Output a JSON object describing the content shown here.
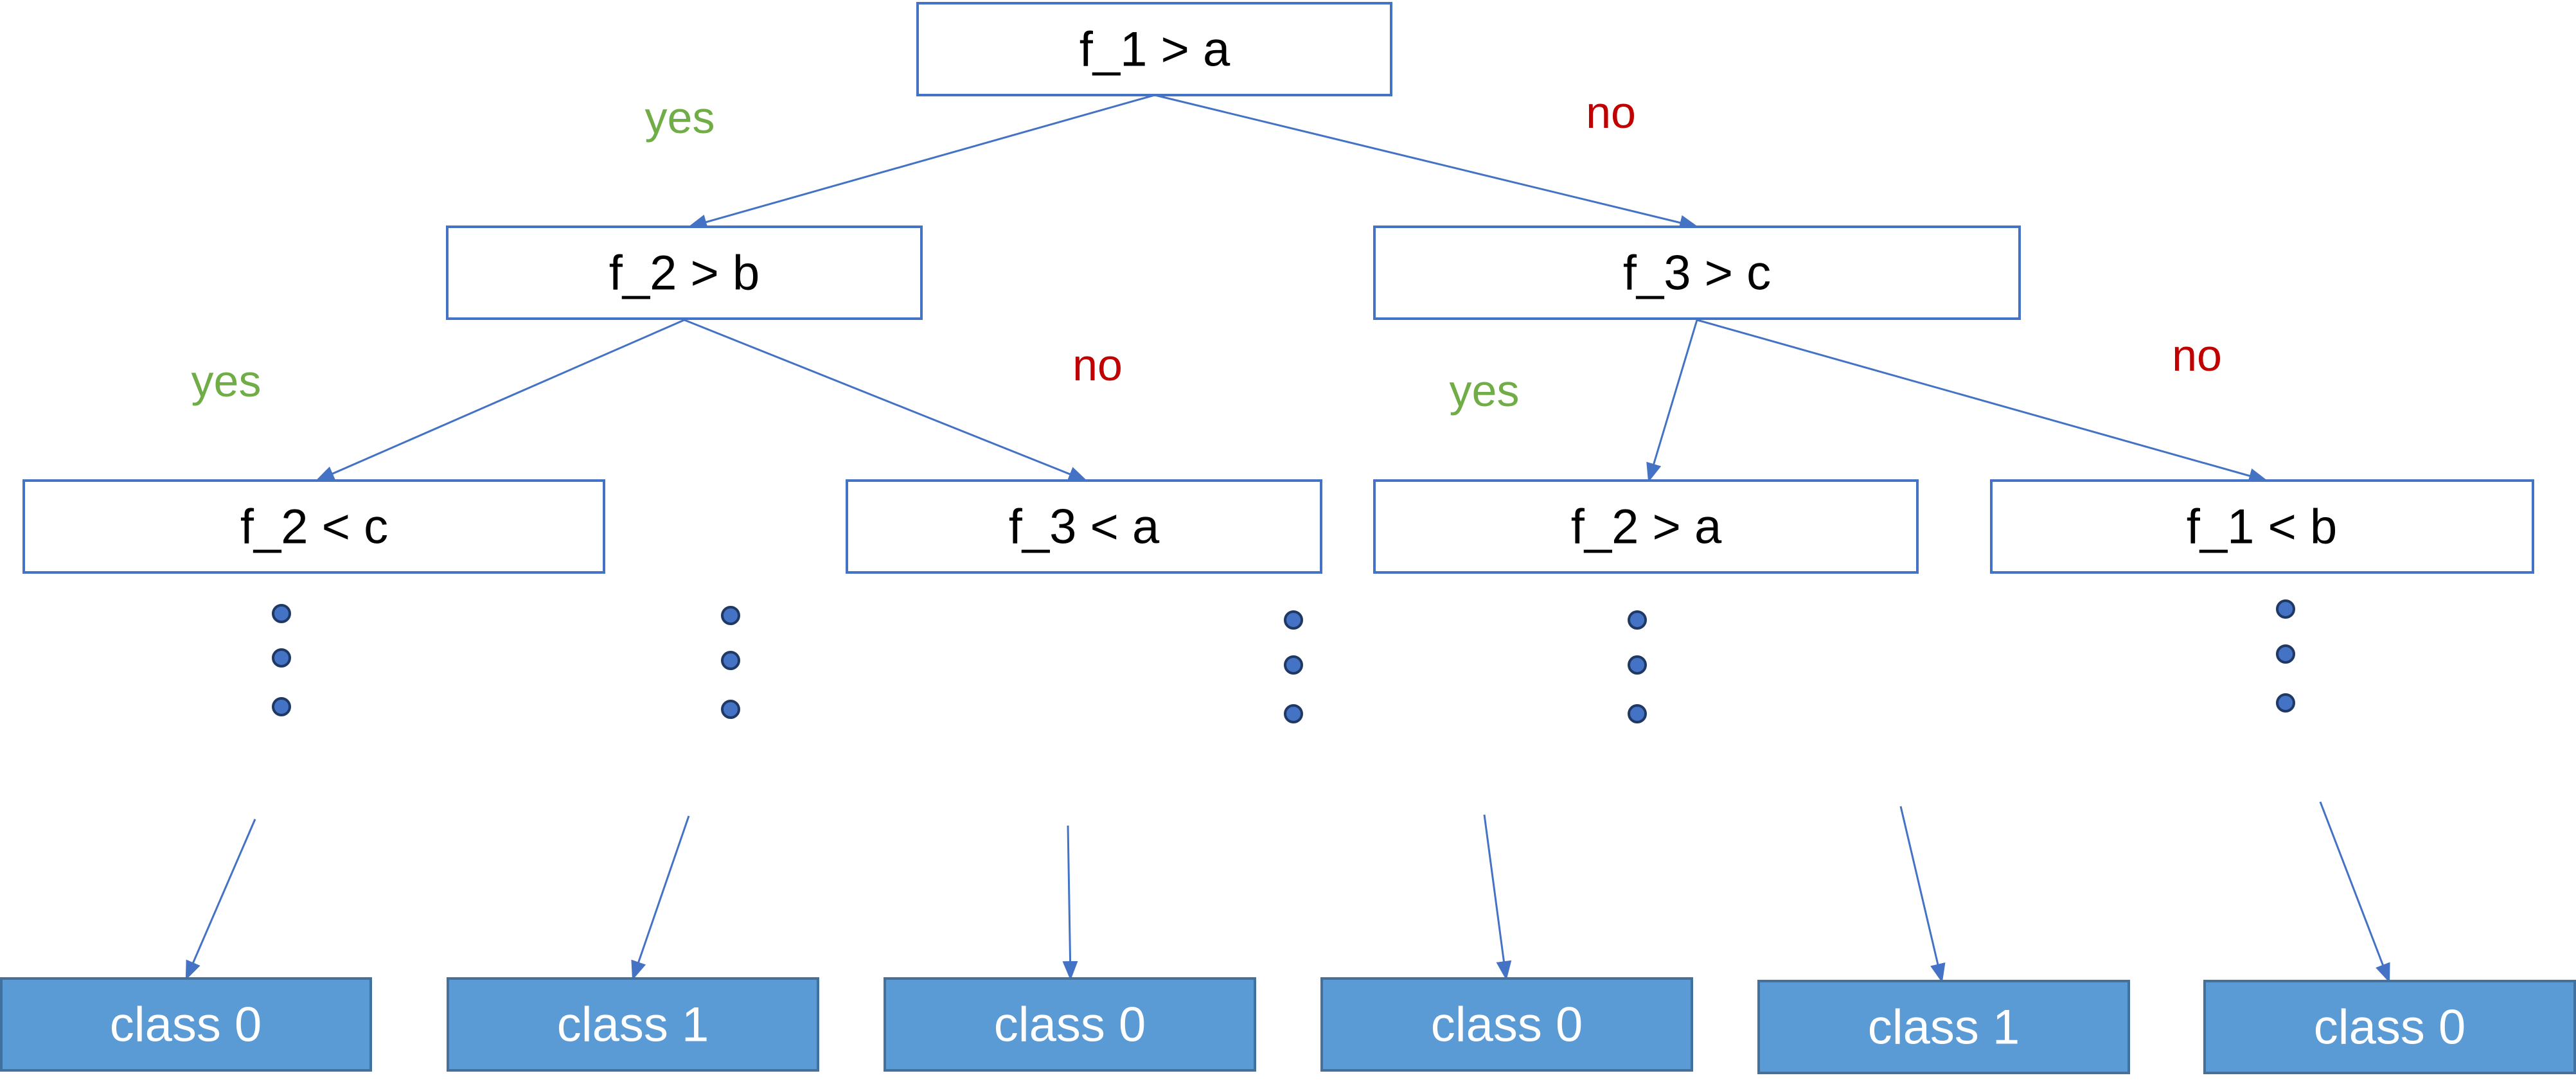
{
  "colors": {
    "node_border": "#4472C4",
    "leaf_fill": "#5B9BD5",
    "leaf_border": "#41719C",
    "leaf_text": "#FFFFFF",
    "edge": "#4472C4",
    "yes_label": "#70AD47",
    "no_label": "#C00000",
    "dot_fill": "#4472C4"
  },
  "nodes": {
    "root": "f_1 > a",
    "l1_left": "f_2 > b",
    "l1_right": "f_3 > c",
    "l2_1": "f_2 < c",
    "l2_2": "f_3 < a",
    "l2_3": "f_2 > a",
    "l2_4": "f_1 < b"
  },
  "edge_labels": {
    "root_yes": "yes",
    "root_no": "no",
    "l1_left_yes": "yes",
    "l1_left_no": "no",
    "l1_right_yes": "yes",
    "l1_right_no": "no"
  },
  "leaves": [
    "class 0",
    "class 1",
    "class 0",
    "class 0",
    "class 1",
    "class 0"
  ]
}
